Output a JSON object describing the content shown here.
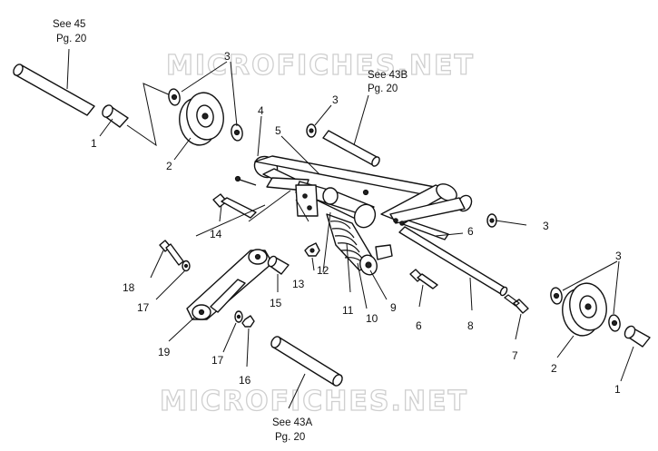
{
  "watermark": "MICROFICHES.NET",
  "references": {
    "see45": {
      "line1": "See 45",
      "line2": "Pg. 20"
    },
    "see43b": {
      "line1": "See 43B",
      "line2": "Pg. 20"
    },
    "see43a": {
      "line1": "See 43A",
      "line2": "Pg. 20"
    }
  },
  "callouts": {
    "c1_left": "1",
    "c2_left": "2",
    "c3_top": "3",
    "c3_mid": "3",
    "c3_right_upper": "3",
    "c3_right_lower": "3",
    "c4": "4",
    "c5": "5",
    "c6_upper": "6",
    "c6_lower": "6",
    "c7": "7",
    "c8": "8",
    "c9": "9",
    "c10": "10",
    "c11": "11",
    "c12": "12",
    "c13": "13",
    "c14": "14",
    "c15": "15",
    "c16": "16",
    "c17_upper": "17",
    "c17_lower": "17",
    "c18": "18",
    "c19": "19",
    "c2_right": "2",
    "c1_right": "1"
  }
}
